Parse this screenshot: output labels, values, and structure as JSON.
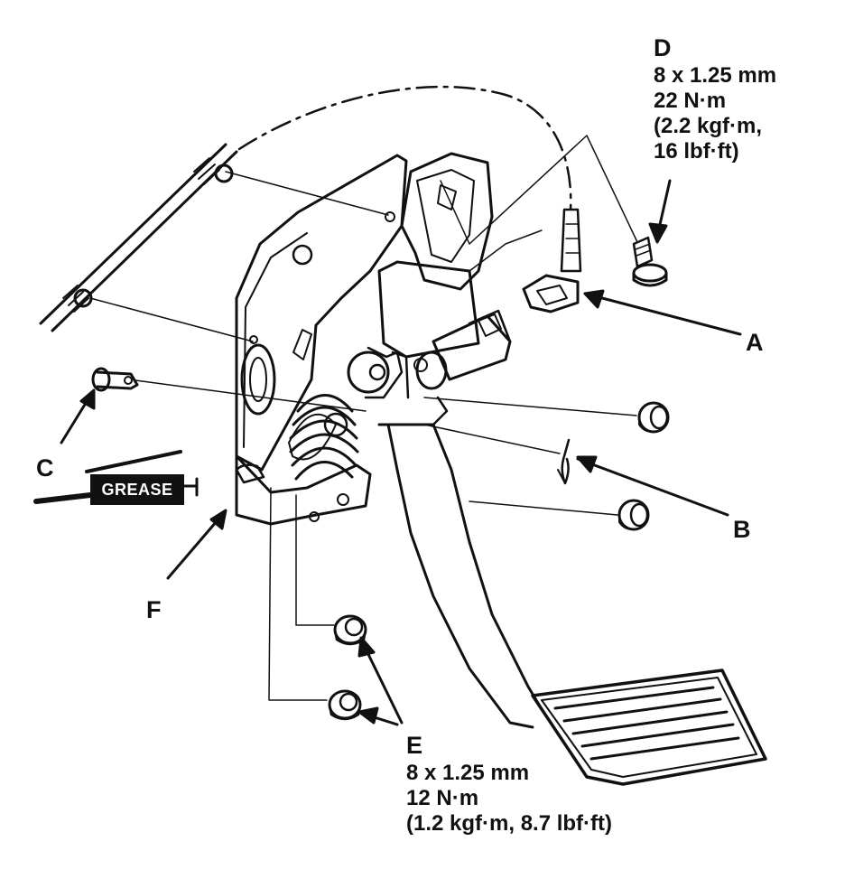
{
  "labels": {
    "A": "A",
    "B": "B",
    "C": "C",
    "D": "D",
    "E": "E",
    "F": "F"
  },
  "spec_d": [
    "8 x 1.25 mm",
    "22 N·m",
    "(2.2 kgf·m,",
    "16 lbf·ft)"
  ],
  "spec_e": [
    "8 x 1.25 mm",
    "12 N·m",
    "(1.2 kgf·m, 8.7 lbf·ft)"
  ],
  "grease_tag": "GREASE"
}
